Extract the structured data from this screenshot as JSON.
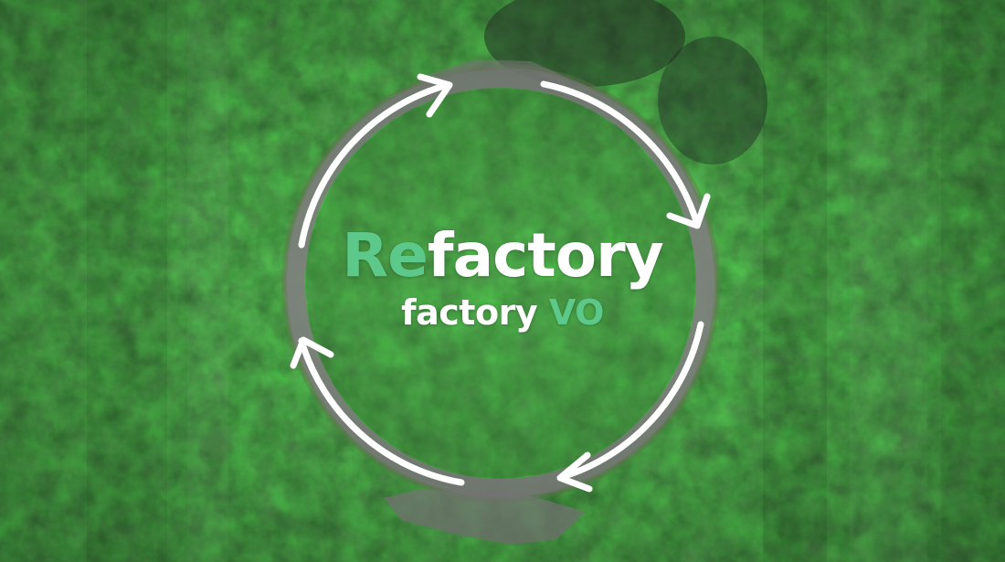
{
  "brand": {
    "prefix": "Re",
    "name": "factory",
    "sub_word": "factory",
    "sub_suffix": "VO"
  },
  "colors": {
    "accent": "#5cc98a",
    "text": "#ffffff",
    "path": "#8a8e8c",
    "foliage_dark": "#1e4a21",
    "foliage_light": "#4f9a4a"
  },
  "icons": [
    "cycle-arrow-icon"
  ]
}
